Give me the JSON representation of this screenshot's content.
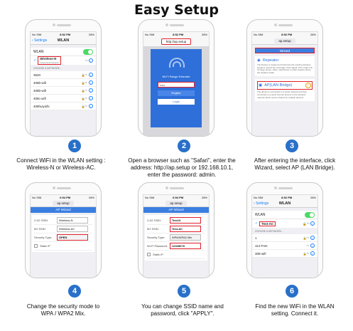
{
  "title": "Easy Setup",
  "colors": {
    "accent": "#2870c9",
    "ios_blue": "#147efb",
    "highlight": "#e0212c",
    "toggle_on": "#4cd964"
  },
  "status": {
    "carrier": "No SIM",
    "time1": "8:52 PM",
    "time2": "8:52 PM",
    "time3": "8:52 PM",
    "time4": "6:54 PM",
    "time5": "6:54 PM",
    "time6": "8:52 PM",
    "battery1": "28%",
    "battery2": "28%",
    "battery3": "28%",
    "battery4": "28%",
    "battery5": "28%",
    "battery6": "28%"
  },
  "phone1": {
    "back": "Settings",
    "nav_title": "WLAN",
    "wlan_label": "WLAN",
    "selected_network": "Wireless-N",
    "selected_sub": "Unsecured Network",
    "choose_label": "CHOOSE A NETWORK...",
    "networks": [
      "3520",
      "408b-wifi",
      "408b-wifi",
      "408c-wifi",
      "408huiyishi"
    ]
  },
  "phone2": {
    "url": "http://ap.setup",
    "login_title": "Wi-Fi Range Extender",
    "password_mask": "•••••",
    "language": "English",
    "login_button": "Login"
  },
  "phone3": {
    "url": "ap.setup",
    "wizard": "Wizard",
    "repeater_title": "Repeater",
    "repeater_desc": "The Device is copies and reinforces the existing wireless signal to extend the coverage of the signal. This mode is fit for large house, office, warehouse or other spaces where the signal is weak.",
    "ap_title": "AP(LAN Bridge)",
    "ap_desc": "The device is connected to a wired network and then converted to a wired Internet access to the wireless network which can be shared by multiple devices."
  },
  "phone4": {
    "url": "ap.setup",
    "wizard": "AP Wizard",
    "ssid24_label": "2.4G SSID:",
    "ssid24_value": "Wireless-N",
    "ssid5_label": "5G SSID:",
    "ssid5_value": "Wireless-AC",
    "security_label": "Security Type:",
    "security_value": "OPEN",
    "static_ip_label": "Static IP"
  },
  "phone5": {
    "url": "ap.setup",
    "wizard": "AP Wizard",
    "ssid24_label": "2.4G SSID:",
    "ssid24_value": "Test-N",
    "ssid5_label": "5G SSID:",
    "ssid5_value": "Test-AC",
    "security_label": "Security Type:",
    "security_value": "WPA/WPA2 Mix",
    "password_label": "Wi-Fi Password:",
    "password_value": "12345678",
    "static_ip_label": "Static IP"
  },
  "phone6": {
    "back": "Settings",
    "nav_title": "WLAN",
    "wlan_label": "WLAN",
    "selected_network": "Test-AC",
    "choose_label": "CHOOSE A NETWORK...",
    "networks": [
      "1",
      "114 Free",
      "308-wifi"
    ]
  },
  "steps": [
    {
      "num": "1",
      "caption_lines": [
        "Connect WiFi in the WLAN setting :",
        "Wireless-N or Wireless-AC."
      ]
    },
    {
      "num": "2",
      "caption_lines": [
        "Open a browser such as \"Safari\", enter the",
        "address: http://ap.setup or 192.168.10.1,",
        "enter the password: admin."
      ]
    },
    {
      "num": "3",
      "caption_lines": [
        "After entering the interface, click",
        "Wizard, select AP (LAN Bridge)."
      ]
    },
    {
      "num": "4",
      "caption_lines": [
        "Change the security mode to",
        "WPA / WPA2 Mix."
      ]
    },
    {
      "num": "5",
      "caption_lines": [
        "You can change SSID name and",
        "password, click \"APPLY\"."
      ]
    },
    {
      "num": "6",
      "caption_lines": [
        "Find the new WiFi in the WLAN",
        "setting. Connect it."
      ]
    }
  ]
}
